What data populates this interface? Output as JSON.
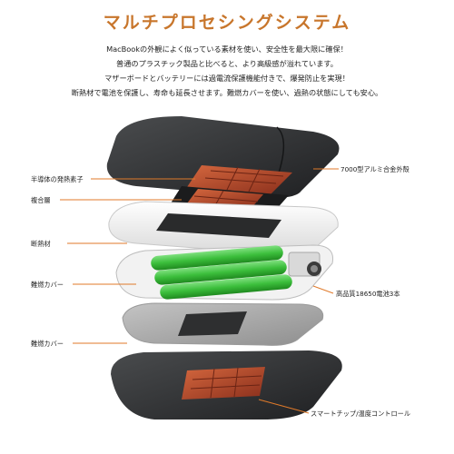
{
  "title": "マルチプロセシングシステム",
  "description": [
    "MacBookの外観によく似っている素材を使い、安全性を最大限に確保！",
    "普通のプラスチック製品と比べると、より高級感が溢れています。",
    "マザーボードとバッテリーには過電流保護機能付きで、爆発防止を実現！",
    "断熱材で電池を保護し、寿命も延長させます。難燃カバーを使い、過熱の状態にしても安心。"
  ],
  "labels_left": [
    "半導体の発熱素子",
    "複合層",
    "断熱材",
    "難燃カバー",
    "難燃カバー"
  ],
  "labels_right": [
    "7000型アルミ合金外殻",
    "高品質18650電池3本",
    "スマートチップ/温度コントロール"
  ],
  "colors": {
    "title": "#c8762c",
    "leader": "#e07a2a",
    "shell": "#2f3133",
    "heater": "#b7492a",
    "battery": "#3fbe3f"
  }
}
